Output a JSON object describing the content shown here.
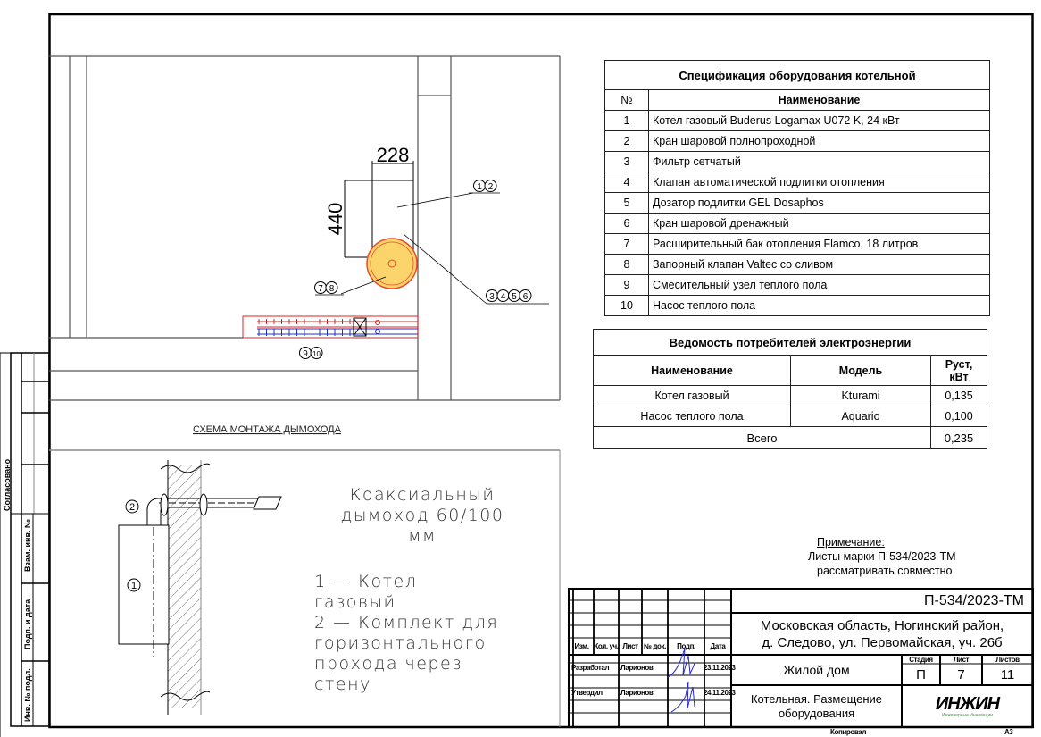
{
  "plan": {
    "dim_width": "228",
    "dim_height": "440",
    "callout_1_2": [
      "1",
      "2"
    ],
    "callout_3_6": [
      "3",
      "4",
      "5",
      "6"
    ],
    "callout_7_8": [
      "7",
      "8"
    ],
    "callout_9_10": [
      "9",
      "10"
    ],
    "flue_scheme_title": "СХЕМА МОНТАЖА ДЫМОХОДА"
  },
  "flue": {
    "marker_1": "1",
    "marker_2": "2",
    "title_lines": [
      "Коаксиальный",
      "дымоход  60/100",
      "мм"
    ],
    "legend_lines": [
      "1 — Котел",
      "газовый",
      "2 — Комплект для",
      "горизонтального",
      "прохода через",
      "стену"
    ]
  },
  "spec_table": {
    "title": "Спецификация оборудования котельной",
    "headers": [
      "№",
      "Наименование"
    ],
    "rows": [
      [
        "1",
        "Котел газовый Buderus Logamax U072 K, 24 кВт"
      ],
      [
        "2",
        "Кран шаровой полнопроходной"
      ],
      [
        "3",
        "Фильтр сетчатый"
      ],
      [
        "4",
        "Клапан автоматической подлитки отопления"
      ],
      [
        "5",
        "Дозатор подлитки GEL Dosaphos"
      ],
      [
        "6",
        "Кран шаровой дренажный"
      ],
      [
        "7",
        "Расширительный бак отопления Flamco, 18 литров"
      ],
      [
        "8",
        "Запорный клапан Valtec со сливом"
      ],
      [
        "9",
        "Смесительный узел теплого пола"
      ],
      [
        "10",
        "Насос теплого пола"
      ]
    ]
  },
  "power_table": {
    "title": "Ведомость потребителей электроэнергии",
    "headers": [
      "Наименование",
      "Модель",
      "Руст, кВт"
    ],
    "rows": [
      [
        "Котел газовый",
        "Kturami",
        "0,135"
      ],
      [
        "Насос теплого пола",
        "Aquario",
        "0,100"
      ]
    ],
    "total_label": "Всего",
    "total_value": "0,235"
  },
  "note": {
    "heading": "Примечание:",
    "line1": "Листы марки П-534/2023-ТМ",
    "line2": "рассматривать совместно"
  },
  "side_stamp": {
    "agreed": "Согласовано",
    "vzam": "Взам. инв. №",
    "podp": "Подп. и дата",
    "inv": "Инв. № подл."
  },
  "title_block": {
    "code": "П-534/2023-ТМ",
    "address_line1": "Московская область, Ногинский район,",
    "address_line2": "д. Следово, ул. Первомайская, уч. 26б",
    "object": "Жилой дом",
    "sheet_title_line1": "Котельная. Размещение",
    "sheet_title_line2": "оборудования",
    "col_headers": [
      "Изм.",
      "Кол. уч.",
      "Лист",
      "№ док.",
      "Подп.",
      "Дата"
    ],
    "stage_label": "Стадия",
    "sheet_label": "Лист",
    "sheets_label": "Листов",
    "stage": "П",
    "sheet": "7",
    "sheets": "11",
    "developed_role": "Разработал",
    "developed_name": "Ларионов",
    "developed_date": "23.11.2023",
    "approved_role": "Утвердил",
    "approved_name": "Ларионов",
    "approved_date": "24.11.2023",
    "logo_text": "ИНЖИН",
    "logo_tagline": "Инженерные Инновации",
    "copied_label": "Копировал",
    "format": "А3"
  },
  "colors": {
    "hot_pipe": "#e02020",
    "cold_pipe": "#1a2fd0",
    "tank_fill": "#fbd56b",
    "tank_stroke": "#e84a2a",
    "logo_green": "#3a9a3a"
  }
}
